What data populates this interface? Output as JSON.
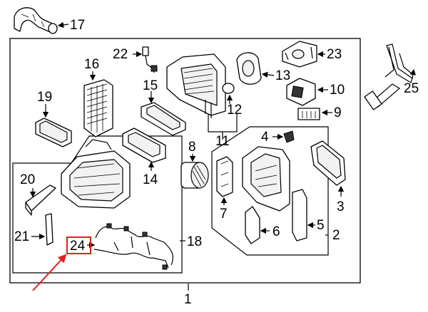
{
  "diagram": {
    "callouts": {
      "c1": "1",
      "c2": "2",
      "c3": "3",
      "c4": "4",
      "c5": "5",
      "c6": "6",
      "c7": "7",
      "c8": "8",
      "c9": "9",
      "c10": "10",
      "c11": "11",
      "c12": "12",
      "c13": "13",
      "c14": "14",
      "c15": "15",
      "c16": "16",
      "c17": "17",
      "c18": "18",
      "c19": "19",
      "c20": "20",
      "c21": "21",
      "c22": "22",
      "c23": "23",
      "c24": "24",
      "c25": "25"
    },
    "highlight": {
      "callout": "24",
      "box_color": "#e02020",
      "arrow_color": "#e02020"
    }
  }
}
